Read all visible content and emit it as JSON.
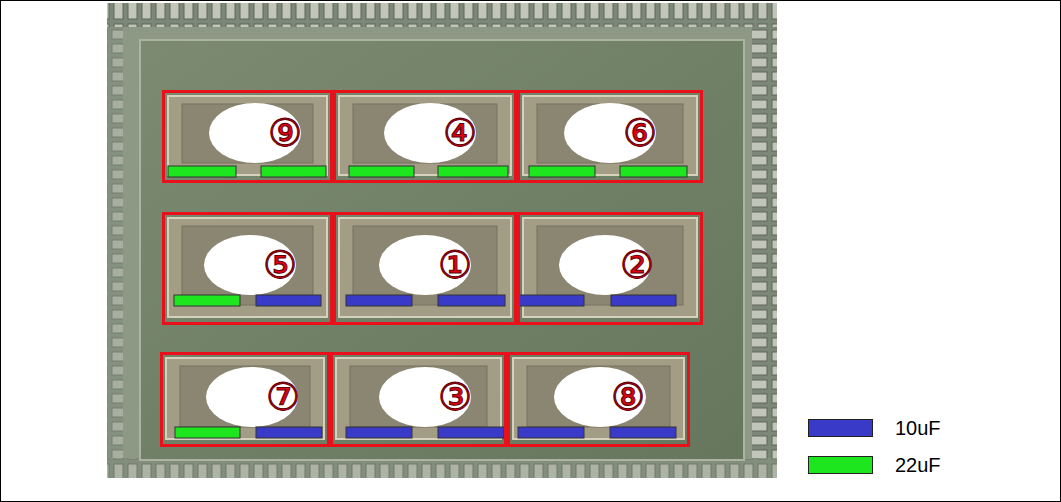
{
  "diagram": {
    "nodes": [
      {
        "text": [
          "⑨"
        ]
      },
      {
        "text": [
          "④"
        ]
      },
      {
        "text": [
          "⑥"
        ]
      },
      {
        "text": [
          "⑤"
        ]
      },
      {
        "text": [
          "①"
        ]
      },
      {
        "text": [
          "②"
        ]
      },
      {
        "text": [
          "⑦"
        ]
      },
      {
        "text": [
          "③"
        ]
      },
      {
        "text": [
          "⑧"
        ]
      }
    ],
    "legend": [
      {
        "text": "10uF",
        "color": "#3a3ac8"
      },
      {
        "text": "22uF",
        "color": "#1ee61e"
      }
    ]
  }
}
